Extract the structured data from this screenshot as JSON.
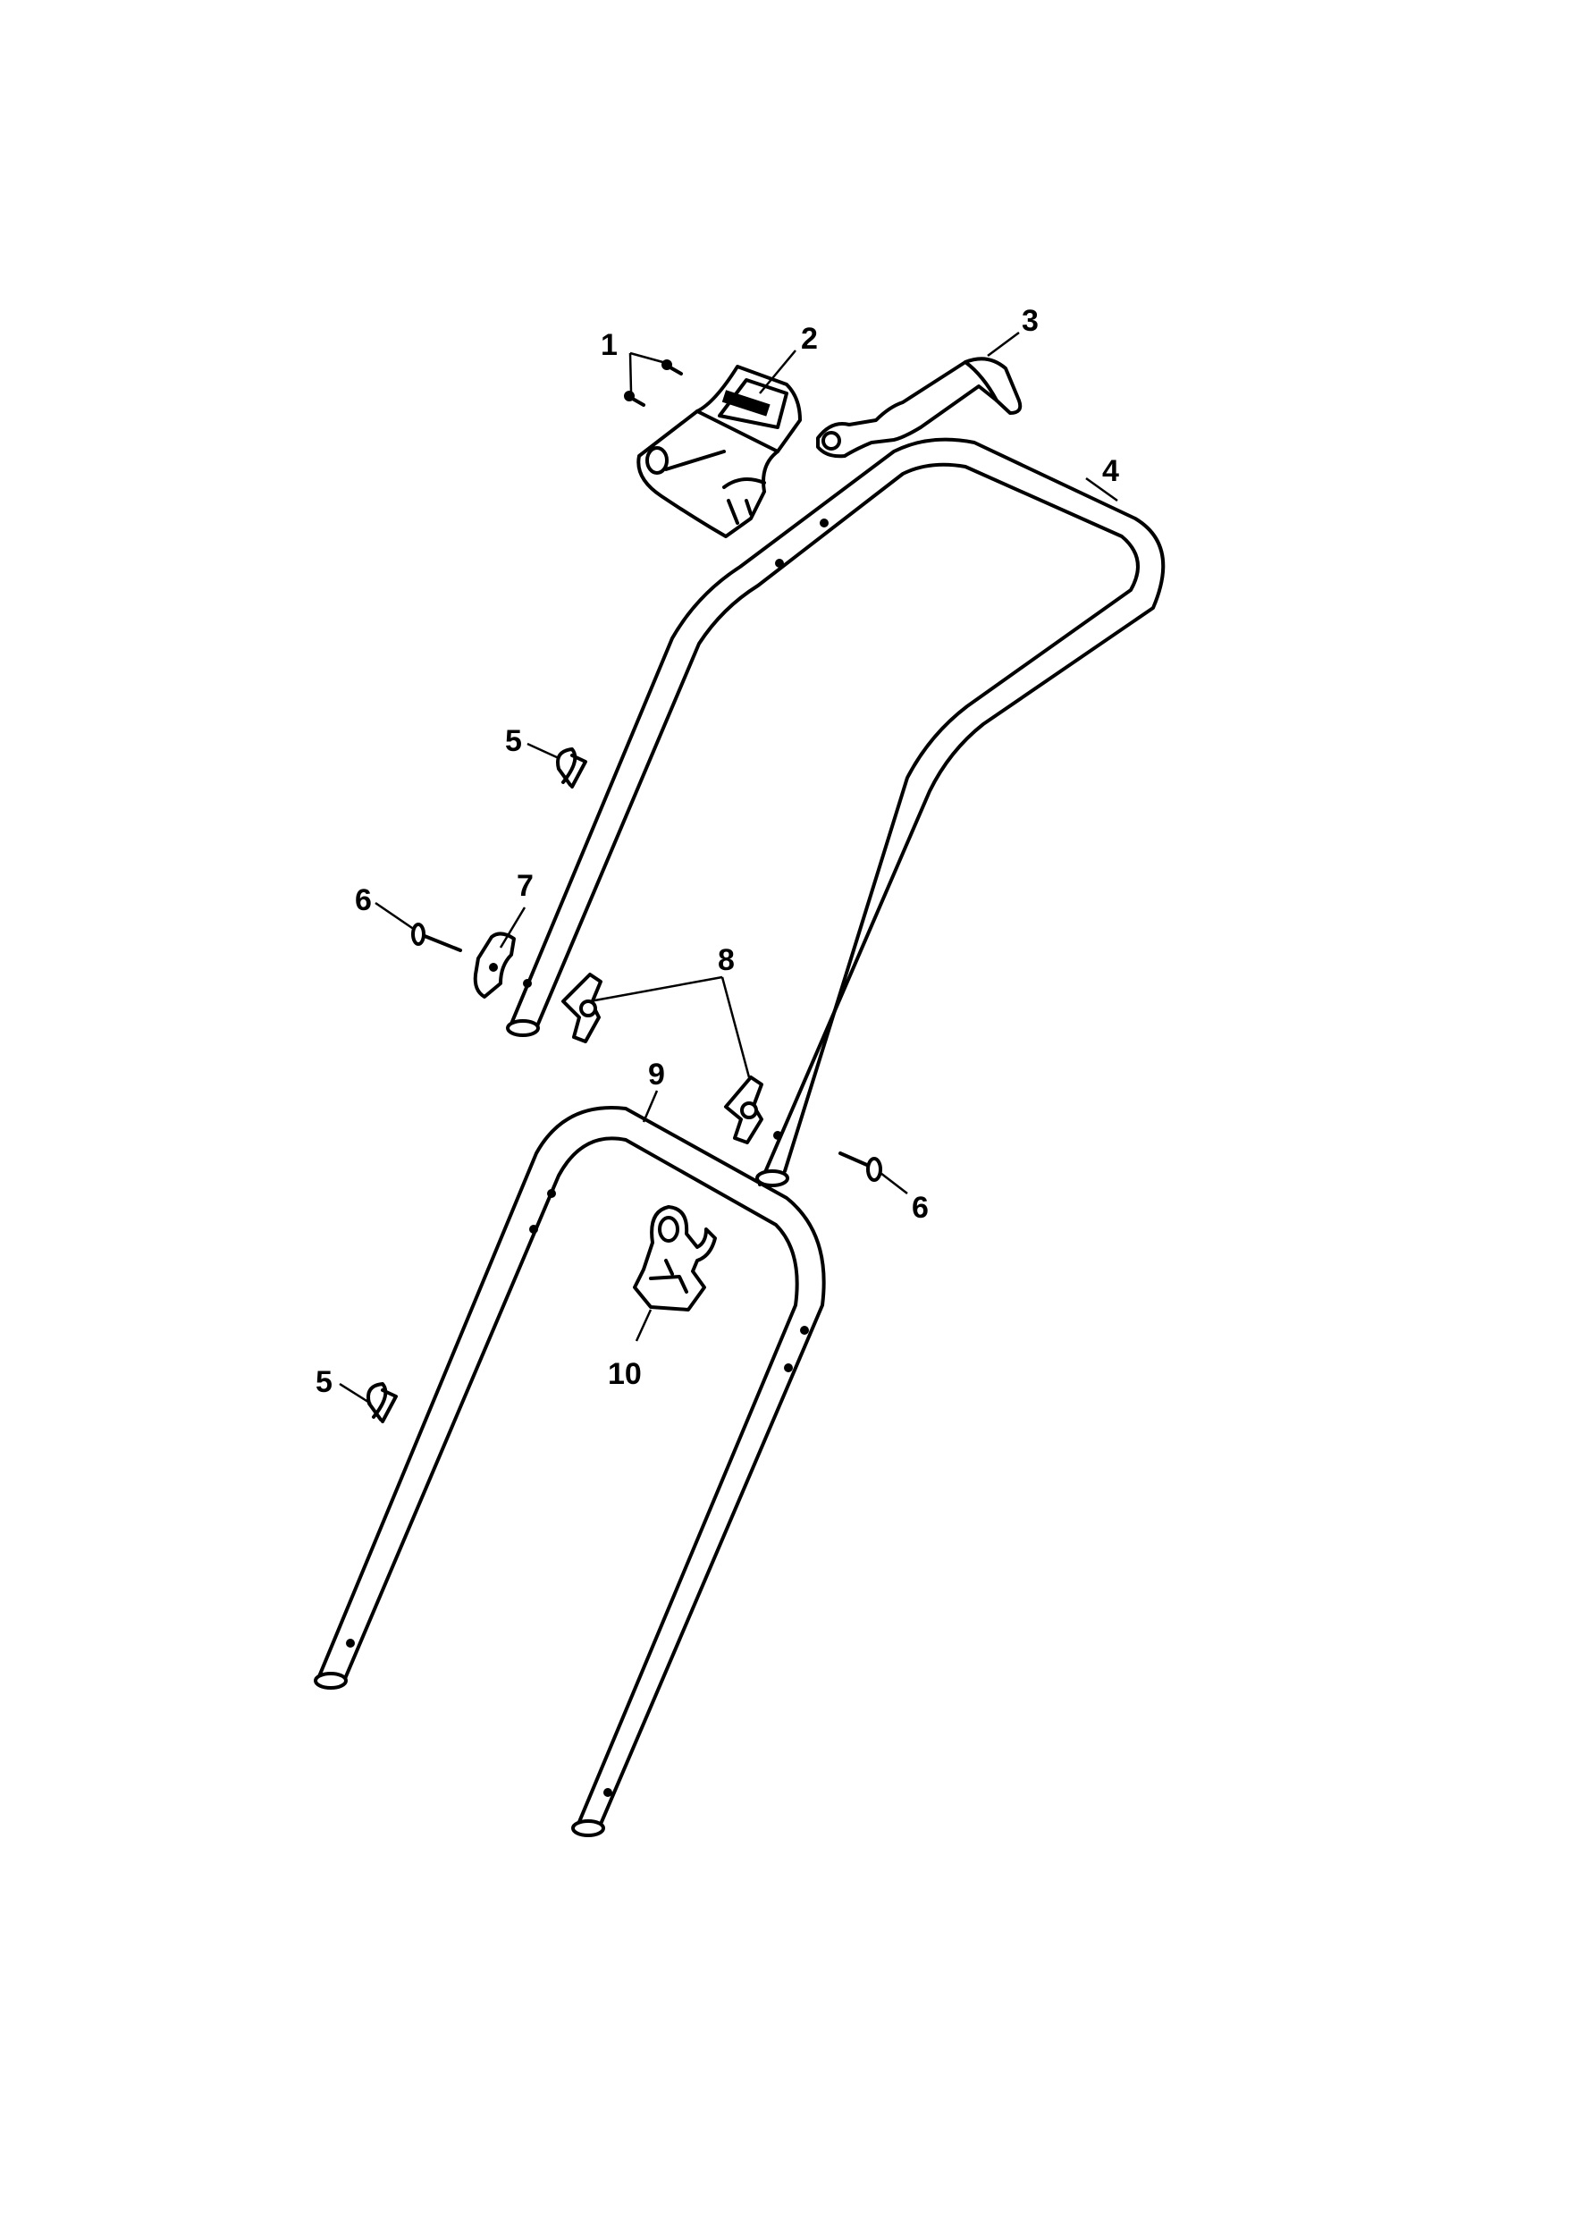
{
  "callouts": [
    {
      "id": "c1",
      "label": "1"
    },
    {
      "id": "c2",
      "label": "2"
    },
    {
      "id": "c3",
      "label": "3"
    },
    {
      "id": "c4",
      "label": "4"
    },
    {
      "id": "c5a",
      "label": "5"
    },
    {
      "id": "c5b",
      "label": "5"
    },
    {
      "id": "c6a",
      "label": "6"
    },
    {
      "id": "c6b",
      "label": "6"
    },
    {
      "id": "c7",
      "label": "7"
    },
    {
      "id": "c8",
      "label": "8"
    },
    {
      "id": "c9",
      "label": "9"
    },
    {
      "id": "c10",
      "label": "10"
    }
  ]
}
